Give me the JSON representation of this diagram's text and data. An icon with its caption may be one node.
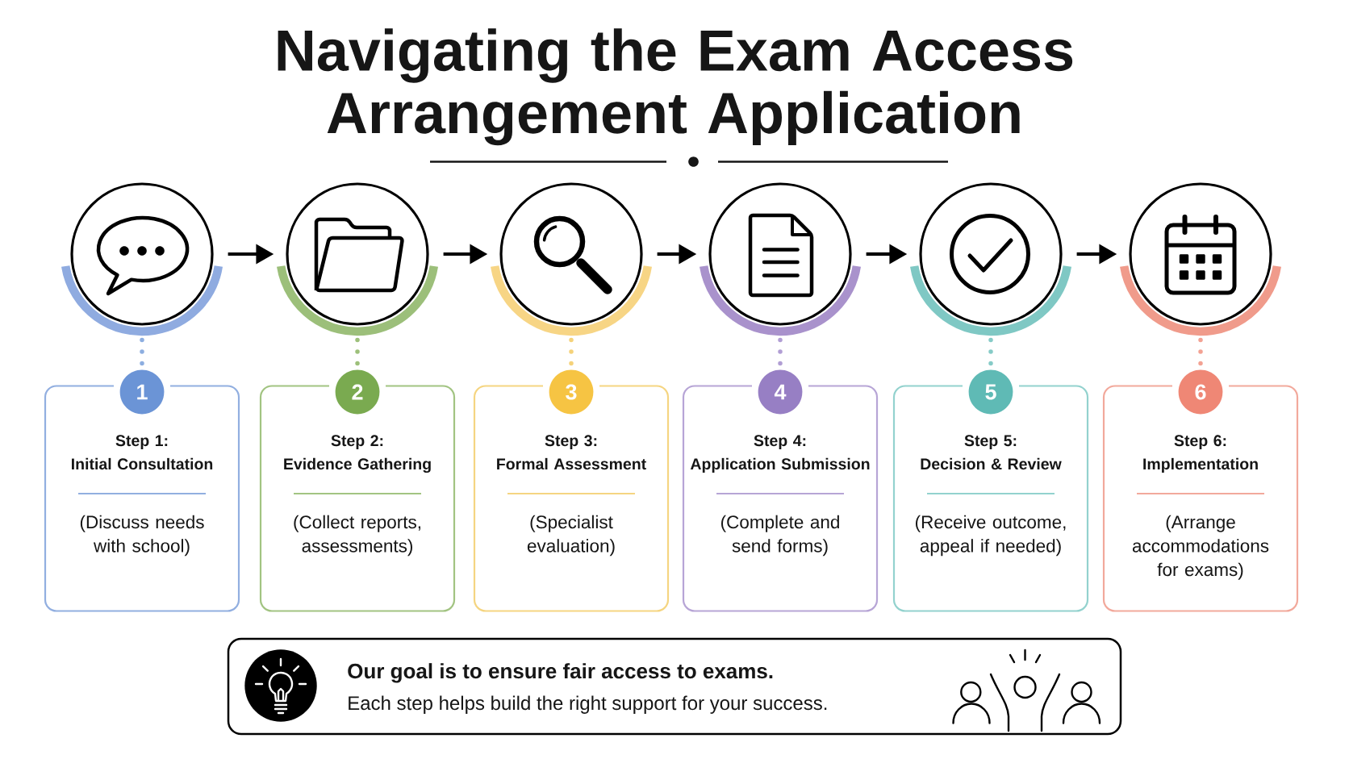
{
  "diagram": {
    "title": "Navigating the Exam Access Arrangement Application",
    "nodes": [
      {
        "text": [],
        "shape": "circle"
      },
      {
        "text": [],
        "shape": "circle"
      },
      {
        "text": [],
        "shape": "circle"
      },
      {
        "text": [],
        "shape": "circle"
      },
      {
        "text": [],
        "shape": "circle"
      },
      {
        "text": [],
        "shape": "circle"
      },
      {
        "text": [
          "1"
        ]
      },
      {
        "text": [
          "2"
        ]
      },
      {
        "text": [
          "3"
        ]
      },
      {
        "text": [
          "4"
        ]
      },
      {
        "text": [
          "5"
        ]
      },
      {
        "text": [
          "6"
        ]
      },
      {
        "text": [
          "Step 1: Initial Consultation",
          "(Discuss needs with school)"
        ]
      },
      {
        "text": [
          "Step 2: Evidence Gathering",
          "(Collect reports, assessments)"
        ]
      },
      {
        "text": [
          "Step 3: Formal Assessment",
          "(Specialist evaluation)"
        ]
      },
      {
        "text": [
          "Step 4: Application Submission",
          "(Complete and send forms)"
        ]
      },
      {
        "text": [
          "Step 5: Decision & Review",
          "(Receive outcome, appeal if needed)"
        ]
      },
      {
        "text": [
          "Step 6: Implementation",
          "(Arrange accommodations for exams)"
        ]
      },
      {
        "text": [
          "Our goal is to ensure fair access to exams.",
          "Each step helps build the right support for your success."
        ]
      }
    ],
    "edges": [
      {
        "from": 0,
        "to": 1,
        "arrow": "to"
      },
      {
        "from": 1,
        "to": 2,
        "arrow": "to"
      },
      {
        "from": 2,
        "to": 3,
        "arrow": "to"
      },
      {
        "from": 3,
        "to": 4,
        "arrow": "to"
      },
      {
        "from": 4,
        "to": 5,
        "arrow": "to"
      },
      {
        "from": 0,
        "to": 6,
        "arrow": "none",
        "style": "dashed",
        "color": "#8daee0"
      },
      {
        "from": 1,
        "to": 7,
        "arrow": "none",
        "style": "dashed",
        "color": "#9dc07a"
      },
      {
        "from": 2,
        "to": 8,
        "arrow": "none",
        "style": "dashed",
        "color": "#f5d27a"
      },
      {
        "from": 3,
        "to": 9,
        "arrow": "none",
        "style": "dashed",
        "color": "#b19ed4"
      },
      {
        "from": 4,
        "to": 10,
        "arrow": "none",
        "style": "dashed",
        "color": "#86cbc7"
      },
      {
        "from": 5,
        "to": 11,
        "arrow": "none",
        "style": "dashed",
        "color": "#f3a293"
      }
    ]
  }
}
